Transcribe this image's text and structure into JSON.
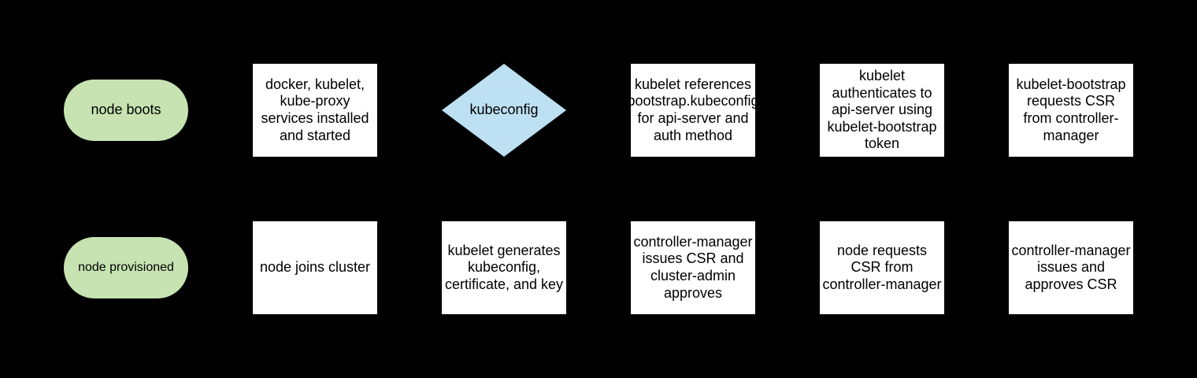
{
  "diagram": {
    "description": "flowchart",
    "background_color": "#000000",
    "colors": {
      "terminal_fill": "#c6e3b1",
      "process_fill": "#ffffff",
      "decision_fill": "#bde0f2",
      "text": "#000000"
    },
    "top_row": [
      {
        "id": "node-boots",
        "type": "terminal",
        "label": "node boots"
      },
      {
        "id": "services-installed",
        "type": "process",
        "label": "docker, kubelet, kube-proxy services installed and started"
      },
      {
        "id": "kubeconfig",
        "type": "decision",
        "label": "kubeconfig"
      },
      {
        "id": "kubelet-references-bootstrap-kubeconfig",
        "type": "process",
        "label": "kubelet references bootstrap.kubeconfig for api-server and auth method"
      },
      {
        "id": "kubelet-authenticates",
        "type": "process",
        "label": "kubelet authenticates to api-server using kubelet-bootstrap token"
      },
      {
        "id": "kubelet-bootstrap-requests-csr",
        "type": "process",
        "label": "kubelet-bootstrap requests CSR from controller-manager"
      }
    ],
    "bottom_row": [
      {
        "id": "node-provisioned",
        "type": "terminal",
        "label": "node provisioned"
      },
      {
        "id": "node-joins-cluster",
        "type": "process",
        "label": "node joins cluster"
      },
      {
        "id": "kubelet-generates",
        "type": "process",
        "label": "kubelet generates kubeconfig, certificate, and key"
      },
      {
        "id": "controller-manager-issues-csr-cluster-admin-approves",
        "type": "process",
        "label": "controller-manager issues CSR and cluster-admin approves"
      },
      {
        "id": "node-requests-csr",
        "type": "process",
        "label": "node requests CSR from controller-manager"
      },
      {
        "id": "controller-manager-issues-and-approves-csr",
        "type": "process",
        "label": "controller-manager issues and approves CSR"
      }
    ]
  }
}
